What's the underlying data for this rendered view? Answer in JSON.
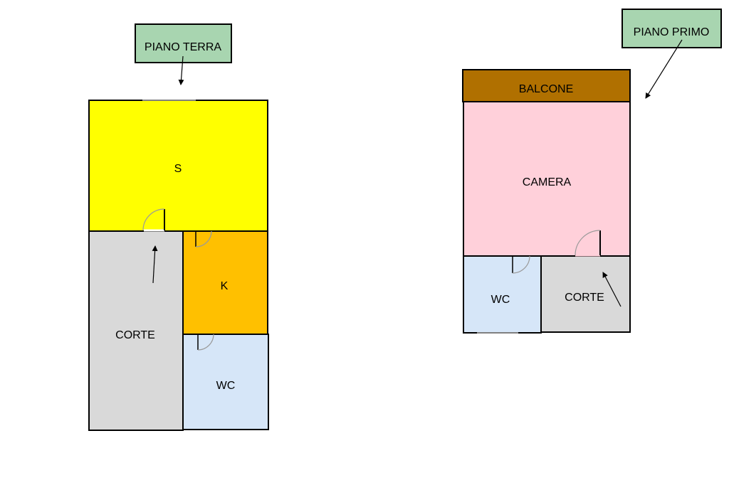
{
  "ground_floor": {
    "tag": "PIANO TERRA",
    "rooms": {
      "soggiorno": "S",
      "cucina": "K",
      "corte": "CORTE",
      "wc": "WC"
    }
  },
  "first_floor": {
    "tag": "PIANO PRIMO",
    "rooms": {
      "balcone": "BALCONE",
      "camera": "CAMERA",
      "wc": "WC",
      "corte": "CORTE"
    }
  },
  "colors": {
    "tag_fill": "#a8d5b0",
    "soggiorno": "#ffff00",
    "cucina": "#ffc000",
    "corte": "#d9d9d9",
    "wc": "#d6e6f8",
    "balcone": "#b07000",
    "camera": "#ffd0da",
    "wall": "#000000",
    "door": "#9a9a9a"
  }
}
